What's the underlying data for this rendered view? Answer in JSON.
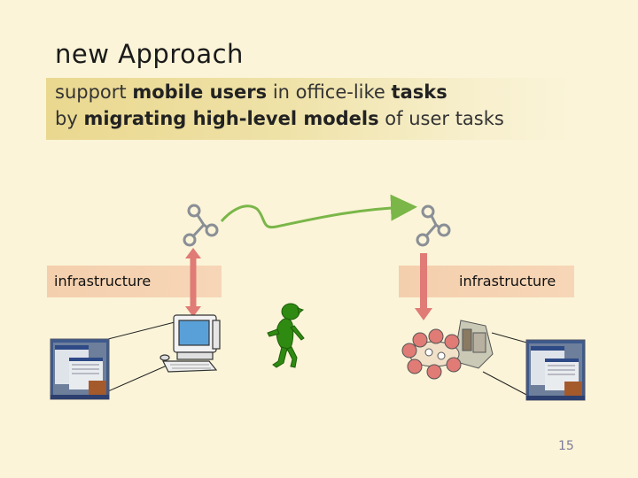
{
  "slide": {
    "title": "new Approach",
    "subtitle_line1": [
      {
        "text": "support ",
        "bold": false
      },
      {
        "text": "mobile users",
        "bold": true
      },
      {
        "text": " in office-like ",
        "bold": false
      },
      {
        "text": "tasks",
        "bold": true
      }
    ],
    "subtitle_line2": [
      {
        "text": "by ",
        "bold": false
      },
      {
        "text": "migrating high-level models",
        "bold": true
      },
      {
        "text": " of user tasks",
        "bold": false
      }
    ],
    "left_bar_label": "infrastructure",
    "right_bar_label": "infrastructure",
    "page_number": "15"
  },
  "icons": {
    "model_left": "task-model-icon",
    "model_right": "task-model-icon",
    "migration_arrow": "curvy-arrow-icon",
    "left_device": "desktop-computer-icon",
    "right_device": "meeting-room-icon",
    "user": "walking-person-icon",
    "left_screen": "screenshot-thumbnail-icon",
    "right_screen": "screenshot-thumbnail-icon"
  },
  "colors": {
    "background": "#fbf4d8",
    "arrow_green": "#7ab648",
    "connector_red": "#e07b76",
    "bar_fill": "#f5d2b1",
    "person_green": "#2f8a12"
  }
}
